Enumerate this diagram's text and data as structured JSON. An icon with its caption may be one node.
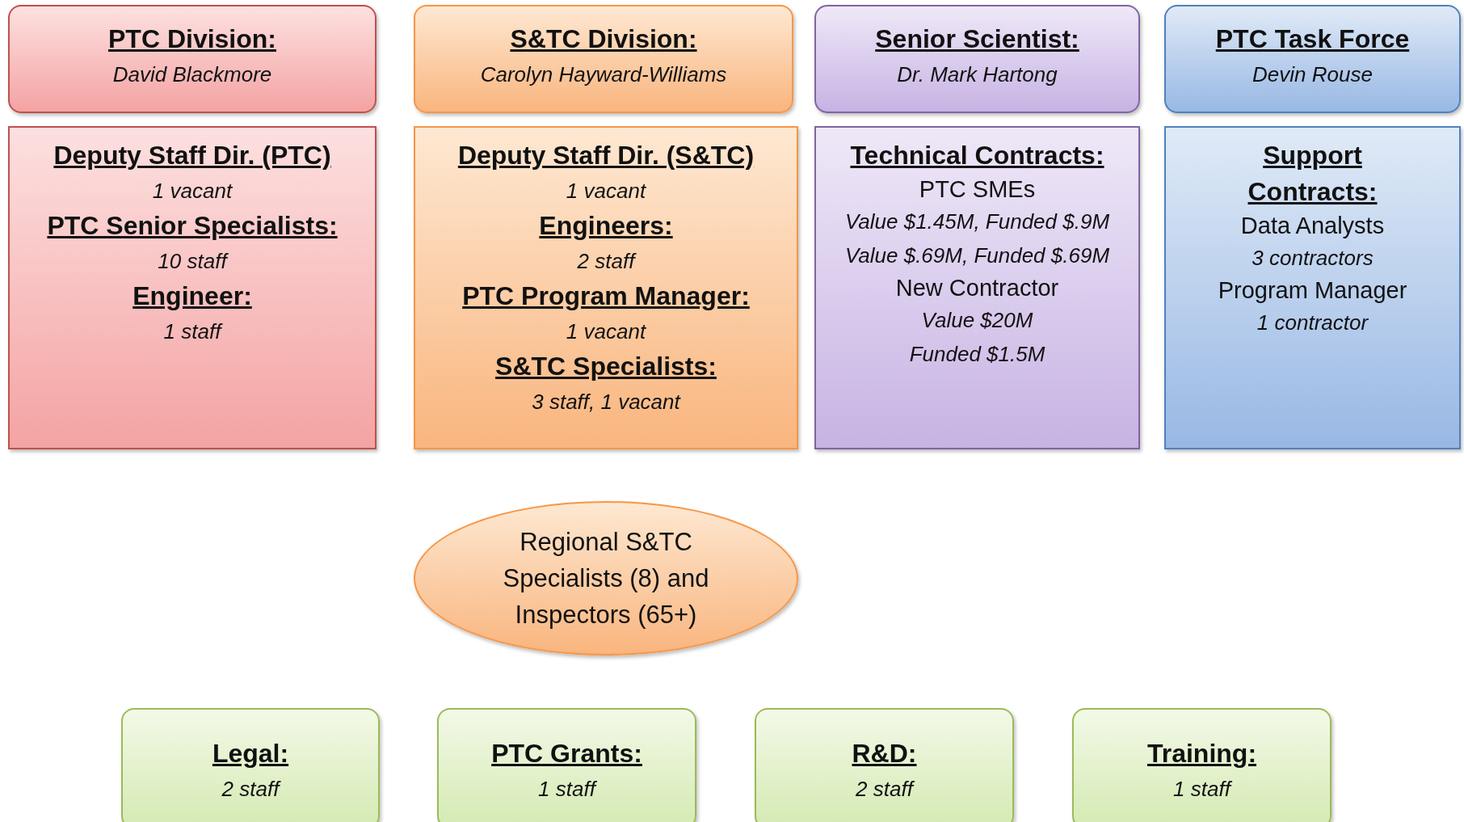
{
  "diagram": {
    "nodes": [
      {
        "text": [
          "PTC Division:",
          "David Blackmore"
        ]
      },
      {
        "text": [
          "S&TC Division:",
          "Carolyn Hayward-Williams"
        ]
      },
      {
        "text": [
          "Senior Scientist:",
          "Dr. Mark Hartong"
        ]
      },
      {
        "text": [
          "PTC Task Force",
          "Devin Rouse"
        ]
      },
      {
        "text": [
          "Deputy Staff Dir. (PTC)",
          "1 vacant",
          "PTC Senior Specialists:",
          "10 staff",
          "Engineer:",
          "1 staff"
        ]
      },
      {
        "text": [
          "Deputy Staff Dir. (S&TC)",
          "1 vacant",
          "Engineers:",
          "2 staff",
          "PTC Program Manager:",
          "1 vacant",
          "S&TC Specialists:",
          "3 staff, 1 vacant"
        ]
      },
      {
        "text": [
          "Technical Contracts:",
          "PTC SMEs",
          "Value $1.45M, Funded $.9M",
          "Value $.69M, Funded $.69M",
          "New Contractor",
          "Value $20M",
          "Funded $1.5M"
        ]
      },
      {
        "text": [
          "Support Contracts:",
          "Data Analysts",
          "3 contractors",
          "Program Manager",
          "1 contractor"
        ]
      },
      {
        "text": [
          "Regional S&TC Specialists (8) and Inspectors (65+)"
        ]
      },
      {
        "text": [
          "Legal:",
          "2 staff"
        ]
      },
      {
        "text": [
          "PTC Grants:",
          "1 staff"
        ]
      },
      {
        "text": [
          "R&D:",
          "2 staff"
        ]
      },
      {
        "text": [
          "Training:",
          "1 staff"
        ]
      }
    ]
  }
}
